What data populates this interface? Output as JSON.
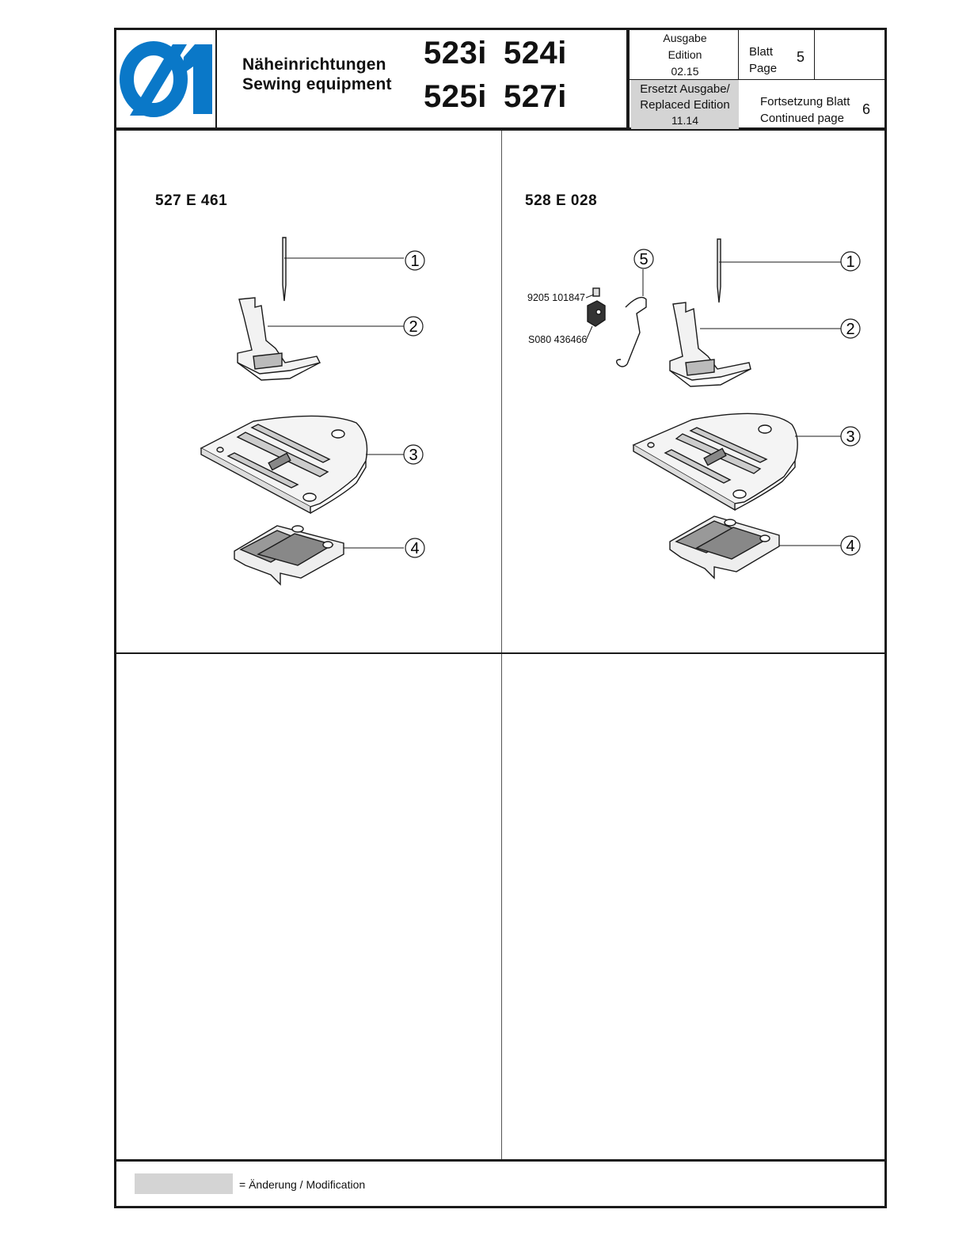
{
  "header": {
    "logo_text": "Dürkopp Adler",
    "title_de": "Näheinrichtungen",
    "title_en": "Sewing equipment",
    "models": [
      "523i",
      "524i",
      "525i",
      "527i"
    ],
    "edition_label_de": "Ausgabe",
    "edition_label_en": "Edition",
    "edition_value": "02.15",
    "replaced_label_de": "Ersetzt Ausgabe/",
    "replaced_label_en": "Replaced Edition",
    "replaced_value": "11.14",
    "page_label_de": "Blatt",
    "page_label_en": "Page",
    "page_value": "5",
    "continued_label_de": "Fortsetzung Blatt",
    "continued_label_en": "Continued page",
    "continued_value": "6"
  },
  "sections": [
    {
      "code": "527 E 461",
      "callouts": [
        "1",
        "2",
        "3",
        "4"
      ]
    },
    {
      "code": "528 E 028",
      "callouts": [
        "1",
        "2",
        "3",
        "4",
        "5"
      ],
      "part_numbers": [
        "9205 101847",
        "S080 436466"
      ]
    }
  ],
  "footer": {
    "legend_text": "= Änderung / Modification"
  },
  "colors": {
    "logo_blue": "#0a78c8",
    "frame": "#1a1a1a",
    "highlight_grey": "#d4d4d4"
  }
}
